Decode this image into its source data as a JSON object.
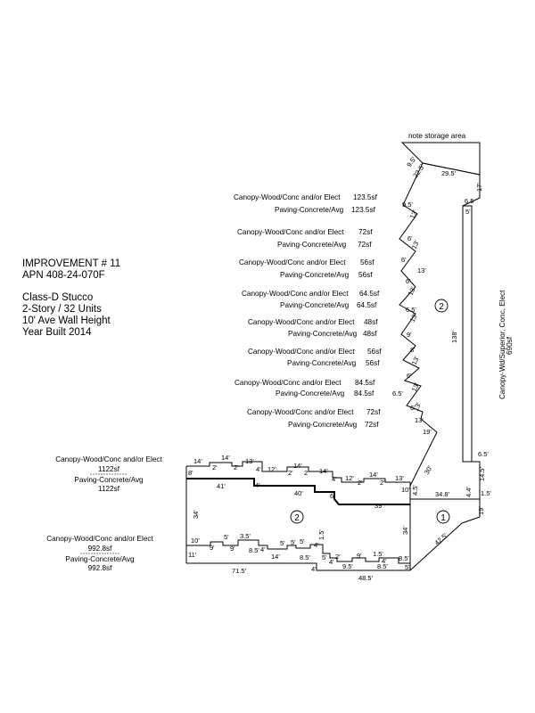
{
  "improvement": {
    "title": "IMPROVEMENT # 11",
    "apn": "APN 408-24-070F",
    "class": "Class-D Stucco",
    "stories": "2-Story / 32 Units",
    "wall_height": "10' Ave Wall Height",
    "year_built": "Year Built 2014"
  },
  "top_note": "note storage area",
  "section_labels": {
    "upper": "2",
    "lower_left": "2",
    "lower_right": "1"
  },
  "right_canopy": "Canopy-Wd/Superior, Conc, Elect",
  "right_canopy_area": "690sf",
  "stair_labels": [
    {
      "canopy": "Canopy-Wood/Conc and/or Elect",
      "canopy_area": "123.5sf",
      "paving": "Paving-Concrete/Avg",
      "paving_area": "123.5sf"
    },
    {
      "canopy": "Canopy-Wood/Conc and/or Elect",
      "canopy_area": "72sf",
      "paving": "Paving-Concrete/Avg",
      "paving_area": "72sf"
    },
    {
      "canopy": "Canopy-Wood/Conc and/or Elect",
      "canopy_area": "56sf",
      "paving": "Paving-Concrete/Avg",
      "paving_area": "56sf"
    },
    {
      "canopy": "Canopy-Wood/Conc and/or Elect",
      "canopy_area": "64.5sf",
      "paving": "Paving-Concrete/Avg",
      "paving_area": "64.5sf"
    },
    {
      "canopy": "Canopy-Wood/Conc and/or Elect",
      "canopy_area": "48sf",
      "paving": "Paving-Concrete/Avg",
      "paving_area": "48sf"
    },
    {
      "canopy": "Canopy-Wood/Conc and/or Elect",
      "canopy_area": "56sf",
      "paving": "Paving-Concrete/Avg",
      "paving_area": "56sf"
    },
    {
      "canopy": "Canopy-Wood/Conc and/or Elect",
      "canopy_area": "84.5sf",
      "paving": "Paving-Concrete/Avg",
      "paving_area": "84.5sf"
    },
    {
      "canopy": "Canopy-Wood/Conc and/or Elect",
      "canopy_area": "72sf",
      "paving": "Paving-Concrete/Avg",
      "paving_area": "72sf"
    }
  ],
  "left_labels": [
    {
      "canopy": "Canopy-Wood/Conc and/or Elect",
      "canopy_area": "1122sf",
      "paving": "Paving-Concrete/Avg",
      "paving_area": "1122sf"
    },
    {
      "canopy": "Canopy-Wood/Conc and/or Elect",
      "canopy_area": "992.8sf",
      "paving": "Paving-Concrete/Avg",
      "paving_area": "992.8sf"
    }
  ],
  "dims": {
    "storage_left": "9.5'",
    "storage_top": "29.5'",
    "storage_right": "17'",
    "storage_diag": "22.5'",
    "r1": "6.5",
    "r2": "5'",
    "long": "138'",
    "r3": "6.5'",
    "r4": "14.5'",
    "r5": "1.5'",
    "r6": "4.4'",
    "z1": "9.5'",
    "z2": "13'",
    "z3": "6'",
    "z4": "13'",
    "z5": "6'",
    "z6": "13'",
    "z7": "6'",
    "z8": "13'",
    "z9": "6.5'",
    "z10": "13'",
    "z11": "9'",
    "z12": "8'",
    "z13": "13'",
    "z14": "6'",
    "z15": "13'",
    "z16": "6.5'",
    "z17": "13'",
    "z18": "6'",
    "z19": "13'",
    "z20": "19'",
    "z21": "30'",
    "t1": "14'",
    "t2": "14'",
    "t3": "13'",
    "t4": "12'",
    "t5": "14'",
    "t6": "14'",
    "t7": "12'",
    "t8": "14'",
    "t9": "13'",
    "s2a": "2'",
    "s2b": "2'",
    "s2c": "4'",
    "s2d": "2'",
    "s2e": "2'",
    "s2f": "4'",
    "s2g": "2'",
    "s2h": "2'",
    "m8": "8'",
    "m41": "41'",
    "m4": "4'",
    "m40": "40'",
    "m6": "6'",
    "m39": "39'",
    "d10": "10'",
    "d45": "4.5'",
    "d348": "34.8'",
    "d34a": "34'",
    "d34b": "34'",
    "d19": "19'",
    "d425": "42.5'",
    "b10": "10'",
    "b9": "9'",
    "b5a": "5'",
    "b9b": "9'",
    "b35": "3.5'",
    "b85a": "8.5'",
    "b2": "4'",
    "b14": "14'",
    "b5b": "5'",
    "b5c": "5'",
    "b5d": "5'",
    "b85b": "8.5'",
    "b4": "4'",
    "b15": "1.5'",
    "b5e": "5'",
    "b4b": "4'",
    "b2b": "2'",
    "b9c": "9'",
    "b95": "9.5'",
    "b15b": "1.5'",
    "b4c": "4'",
    "b85c": "8.5'",
    "b85d": "8.5'",
    "b5f": "5'",
    "b11": "11'",
    "b715": "71.5'",
    "b4d": "4'",
    "b485": "48.5'"
  }
}
